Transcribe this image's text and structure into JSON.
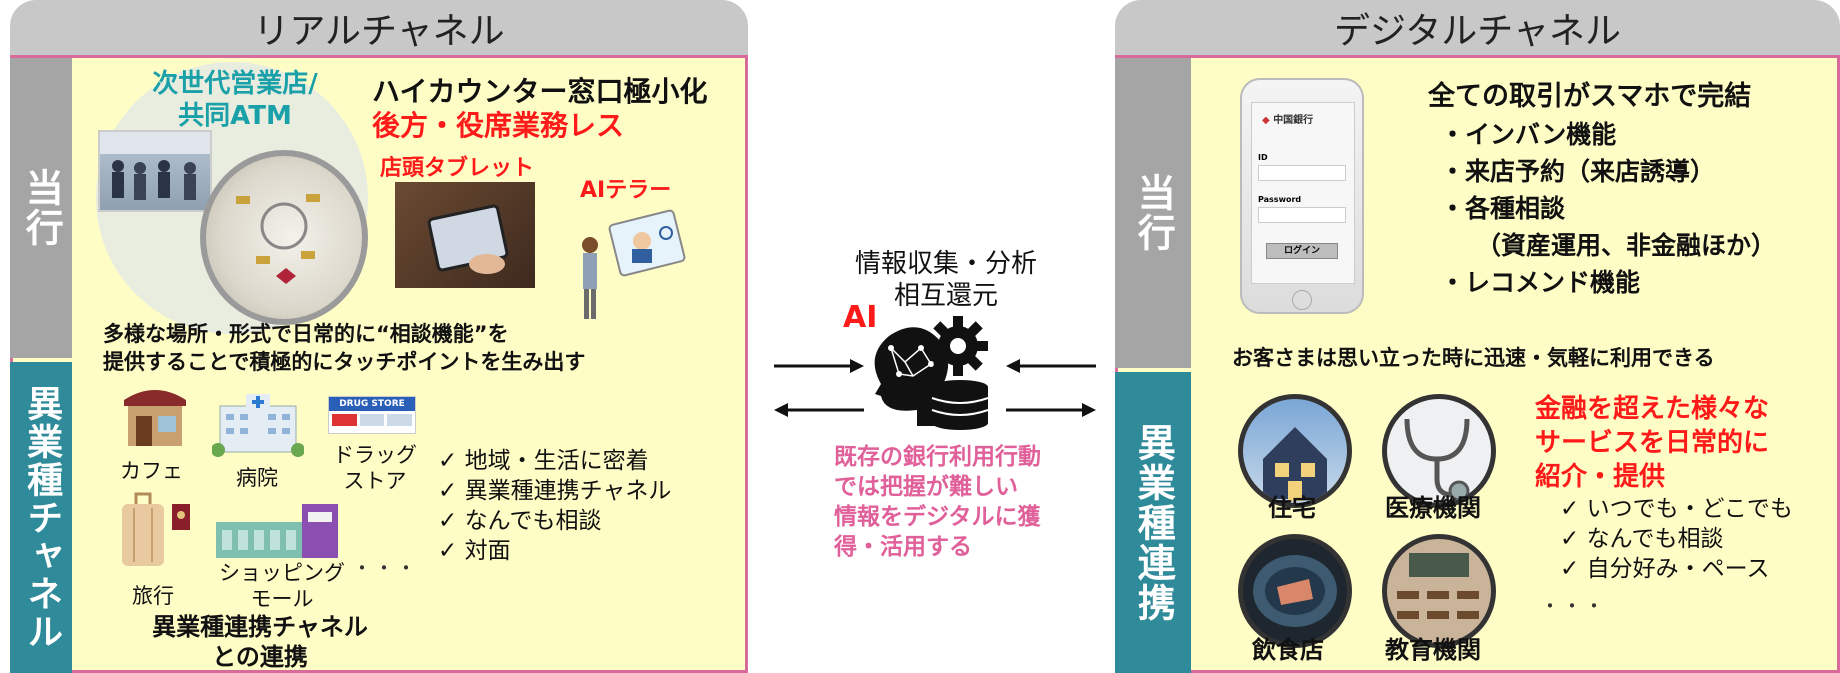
{
  "real": {
    "title": "リアルチャネル",
    "side_top": "当行",
    "side_bottom": "異業種チャネル",
    "next_gen_line1": "次世代営業店/",
    "next_gen_line2": "共同ATM",
    "headline1": "ハイカウンター窓口極小化",
    "headline2": "後方・役席業務レス",
    "tablet_label": "店頭タブレット",
    "ai_teller_label": "AIテラー",
    "consult_line1": "多様な場所・形式で日常的に“相談機能”を",
    "consult_line2": "提供することで積極的にタッチポイントを生み出す",
    "places": {
      "cafe": "カフェ",
      "hospital": "病院",
      "drugstore_line1": "ドラッグ",
      "drugstore_line2": "ストア",
      "drugstore_sign": "DRUG STORE",
      "travel": "旅行",
      "mall_line1": "ショッピング",
      "mall_line2": "モール",
      "ellipsis": "・・・"
    },
    "checks": [
      "地域・生活に密着",
      "異業種連携チャネル",
      "なんでも相談",
      "対面"
    ],
    "partner_line1": "異業種連携チャネル",
    "partner_line2": "との連携"
  },
  "middle": {
    "info_line1": "情報収集・分析",
    "info_line2": "相互還元",
    "ai": "AI",
    "desc_line1": "既存の銀行利用行動",
    "desc_line2": "では把握が難しい",
    "desc_line3": "情報をデジタルに獲",
    "desc_line4": "得・活用する"
  },
  "digital": {
    "title": "デジタルチャネル",
    "side_top": "当行",
    "side_bottom": "異業種連携",
    "phone": {
      "bank_name": "中国銀行",
      "id_label": "ID",
      "password_label": "Password",
      "login": "ログイン"
    },
    "headline": "全ての取引がスマホで完結",
    "bullets": [
      "・インバン機能",
      "・来店予約（来店誘導）",
      "・各種相談",
      "（資産運用、非金融ほか）",
      "・レコメンド機能"
    ],
    "customer_line": "お客さまは思い立った時に迅速・気軽に利用できる",
    "services": [
      "住宅",
      "医療機関",
      "飲食店",
      "教育機関"
    ],
    "beyond_line1": "金融を超えた様々な",
    "beyond_line2": "サービスを日常的に",
    "beyond_line3": "紹介・提供",
    "checks": [
      "いつでも・どこでも",
      "なんでも相談",
      "自分好み・ペース"
    ],
    "ellipsis": "・・・"
  }
}
